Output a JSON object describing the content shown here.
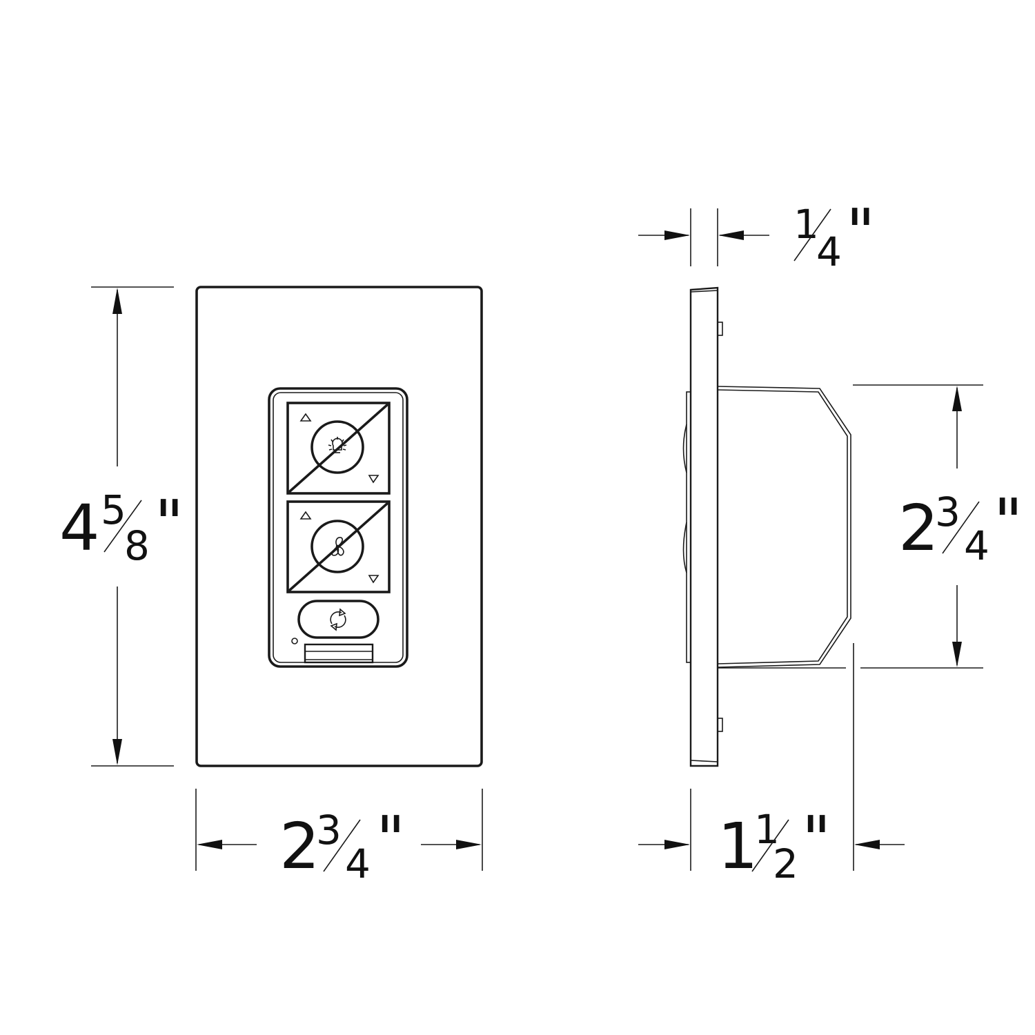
{
  "drawing": {
    "title": "Wall control dimension drawing",
    "line_color": "#1a1a1a",
    "background": "#ffffff"
  },
  "front_view": {
    "height_dim": {
      "whole": "4",
      "num": "5",
      "den": "8",
      "unit": "\"",
      "label": "4 5/8\""
    },
    "width_dim": {
      "whole": "2",
      "num": "3",
      "den": "4",
      "unit": "\"",
      "label": "2 3/4\""
    },
    "buttons": [
      {
        "name": "light",
        "icon": "light-bulb-icon",
        "up": "△",
        "down": "▽"
      },
      {
        "name": "fan",
        "icon": "fan-icon",
        "up": "△",
        "down": "▽"
      },
      {
        "name": "reverse",
        "icon": "reverse-cycle-icon"
      }
    ],
    "indicator": "led-dot"
  },
  "side_view": {
    "plate_thickness_dim": {
      "whole": "",
      "num": "1",
      "den": "4",
      "unit": "\"",
      "label": "1/4\""
    },
    "box_height_dim": {
      "whole": "2",
      "num": "3",
      "den": "4",
      "unit": "\"",
      "label": "2 3/4\""
    },
    "depth_dim": {
      "whole": "1",
      "num": "1",
      "den": "2",
      "unit": "\"",
      "label": "1 1/2\""
    }
  }
}
